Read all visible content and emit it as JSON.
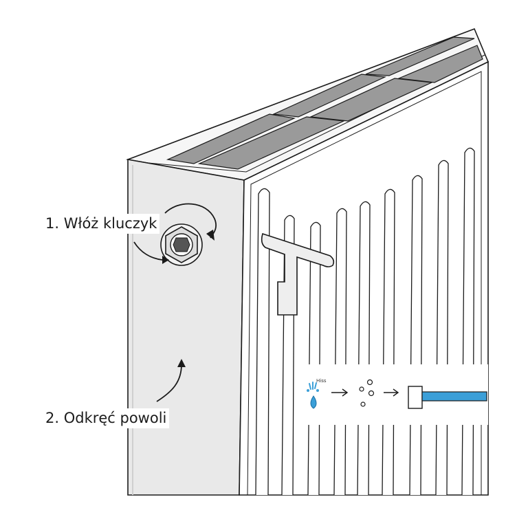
{
  "steps": [
    {
      "label": "1. Włóż kluczyk"
    },
    {
      "label": "2. Odkręć powoli"
    }
  ],
  "flow_strip": {
    "tiny_label": "Hiss",
    "items": [
      "water-drop-icon",
      "air-bubbles-icon",
      "radiator-pipe-icon"
    ]
  },
  "colors": {
    "outline": "#1a1a1a",
    "panel_face": "#e9e9e9",
    "grille_slot": "#9a9a9a",
    "water_blue": "#3b9fd8"
  }
}
